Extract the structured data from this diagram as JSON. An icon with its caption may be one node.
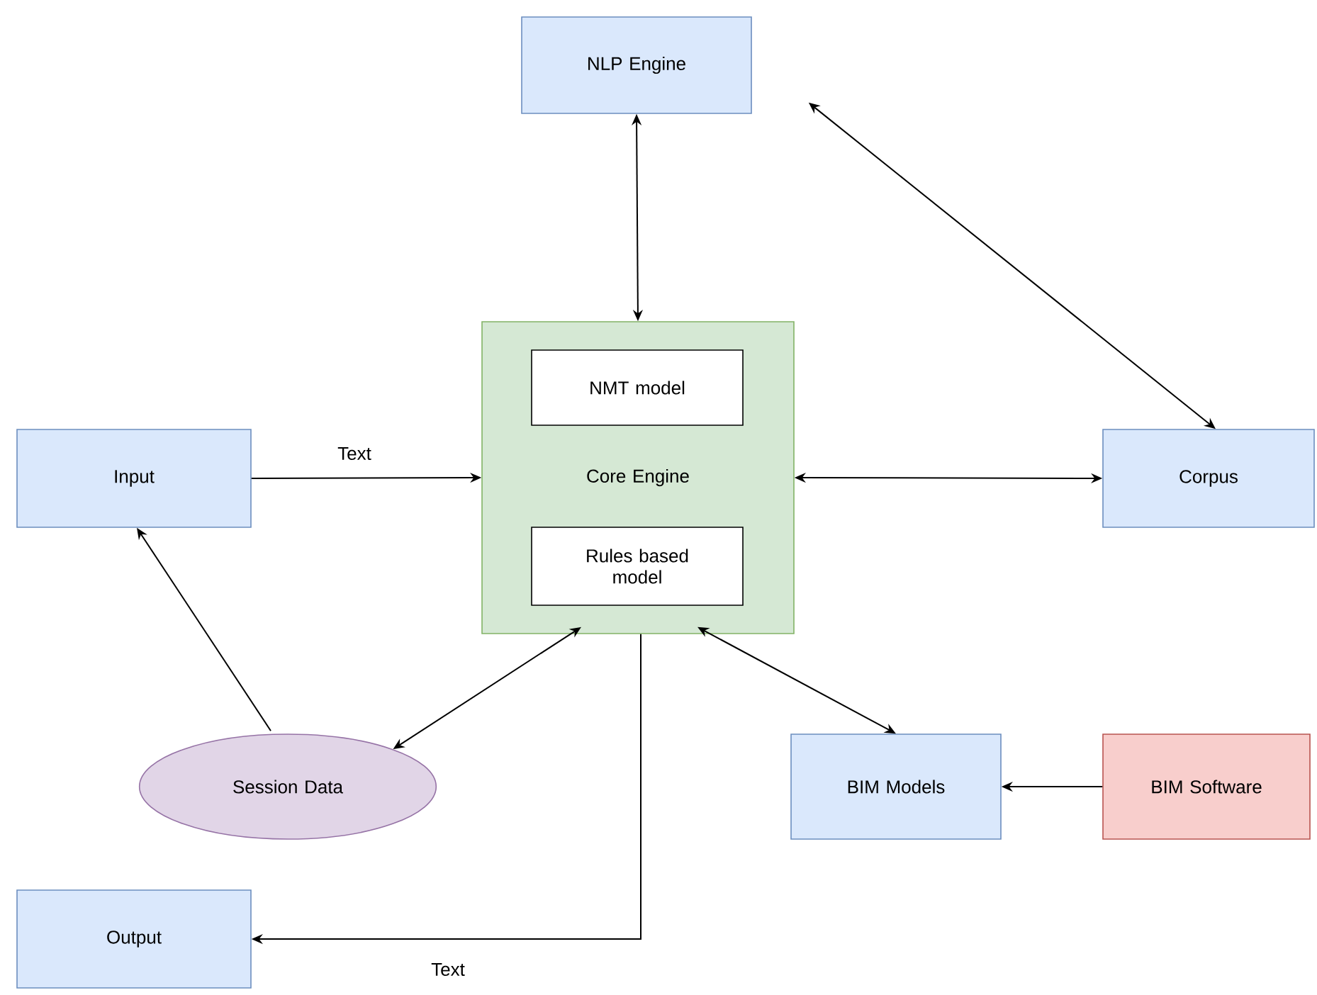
{
  "diagram": {
    "nodes": [
      {
        "text": [
          "NLP Engine"
        ]
      },
      {
        "text": [
          "Core Engine"
        ]
      },
      {
        "text": [
          "NMT model"
        ],
        "in": 1
      },
      {
        "text": [
          "Rules based model"
        ],
        "in": 1
      },
      {
        "text": [
          "Input"
        ]
      },
      {
        "text": [
          "Corpus"
        ]
      },
      {
        "text": [
          "Session Data"
        ]
      },
      {
        "text": [
          "BIM Models"
        ]
      },
      {
        "text": [
          "BIM Software"
        ]
      },
      {
        "text": [
          "Output"
        ]
      }
    ],
    "edges": [
      {
        "from": 1,
        "to": 0,
        "arrow": "both"
      },
      {
        "from": 5,
        "to": 0,
        "arrow": "both"
      },
      {
        "from": 4,
        "to": 1,
        "arrow": "to",
        "label": "Text"
      },
      {
        "from": 1,
        "to": 5,
        "arrow": "both"
      },
      {
        "from": 6,
        "to": 4,
        "arrow": "to"
      },
      {
        "from": 1,
        "to": 6,
        "arrow": "both"
      },
      {
        "from": 1,
        "to": 7,
        "arrow": "both"
      },
      {
        "from": 8,
        "to": 7,
        "arrow": "to"
      },
      {
        "from": 1,
        "to": 9,
        "arrow": "to",
        "label": "Text"
      }
    ]
  }
}
